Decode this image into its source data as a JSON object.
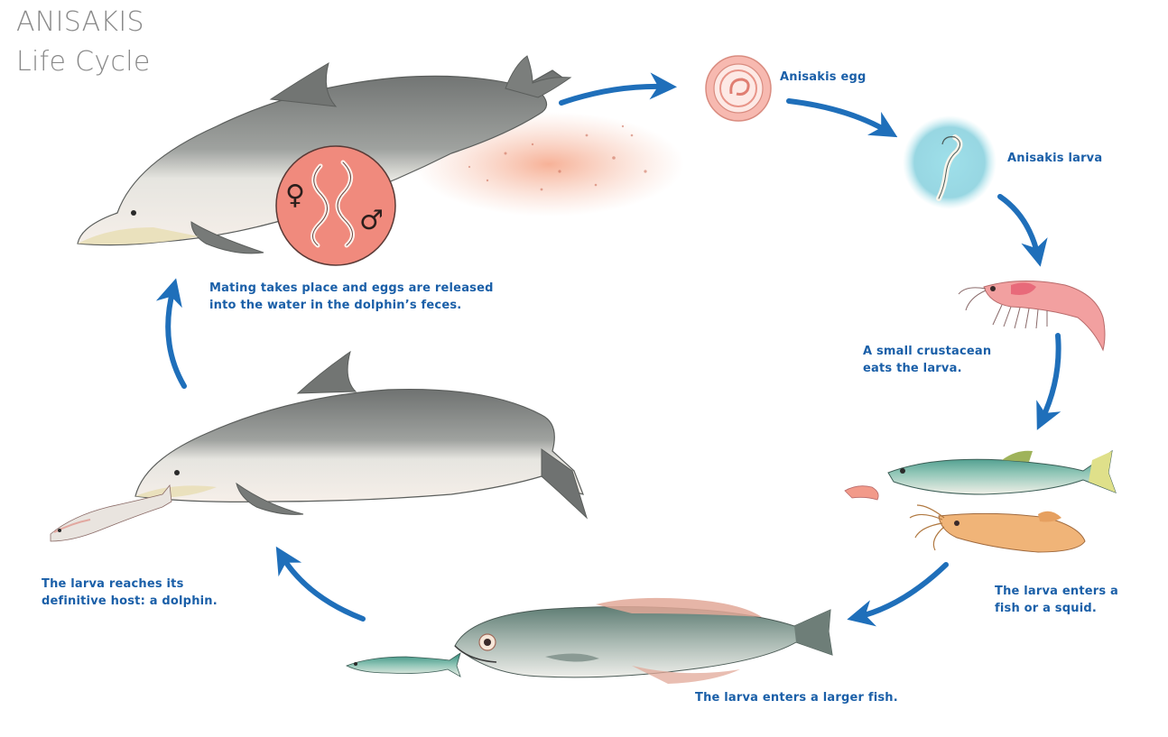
{
  "title": {
    "line1": "ANISAKIS",
    "line2": "Life Cycle"
  },
  "stages": {
    "egg": "Anisakis egg",
    "larva": "Anisakis larva",
    "crustacean": "A small crustacean\neats the larva.",
    "fish_or_squid": "The larva enters a\nfish or a squid.",
    "larger_fish": "The larva enters a larger fish.",
    "dolphin_host": "The larva reaches its\ndefinitive host: a dolphin.",
    "mating": "Mating takes place and eggs are released\ninto the water in the dolphin’s feces."
  },
  "symbols": {
    "female": "♀",
    "male": "♂"
  },
  "colors": {
    "arrow": "#1f6fba",
    "caption": "#1a5fa8",
    "title": "#8a8a8a",
    "egg": "#f7b9b0",
    "worm_circle": "#f08a7d",
    "larva_bg": "#8fd6e2",
    "feces": "#f4b8a0"
  }
}
